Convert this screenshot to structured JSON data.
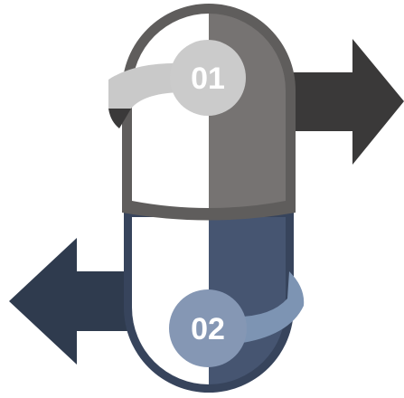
{
  "steps": [
    {
      "number": "01",
      "arrow_direction": "right"
    },
    {
      "number": "02",
      "arrow_direction": "left"
    }
  ],
  "colors": {
    "top_cap_dark": "#767372",
    "top_cap_shadow": "#5f5d5c",
    "top_arrow": "#3a3939",
    "top_band": "#c9c9c9",
    "top_badge": "#cbcbcb",
    "bottom_cap_dark": "#465571",
    "bottom_cap_shadow": "#37445c",
    "bottom_arrow": "#2f3b4e",
    "bottom_band": "#7d94b3",
    "bottom_badge": "#8597b4",
    "white": "#ffffff"
  }
}
